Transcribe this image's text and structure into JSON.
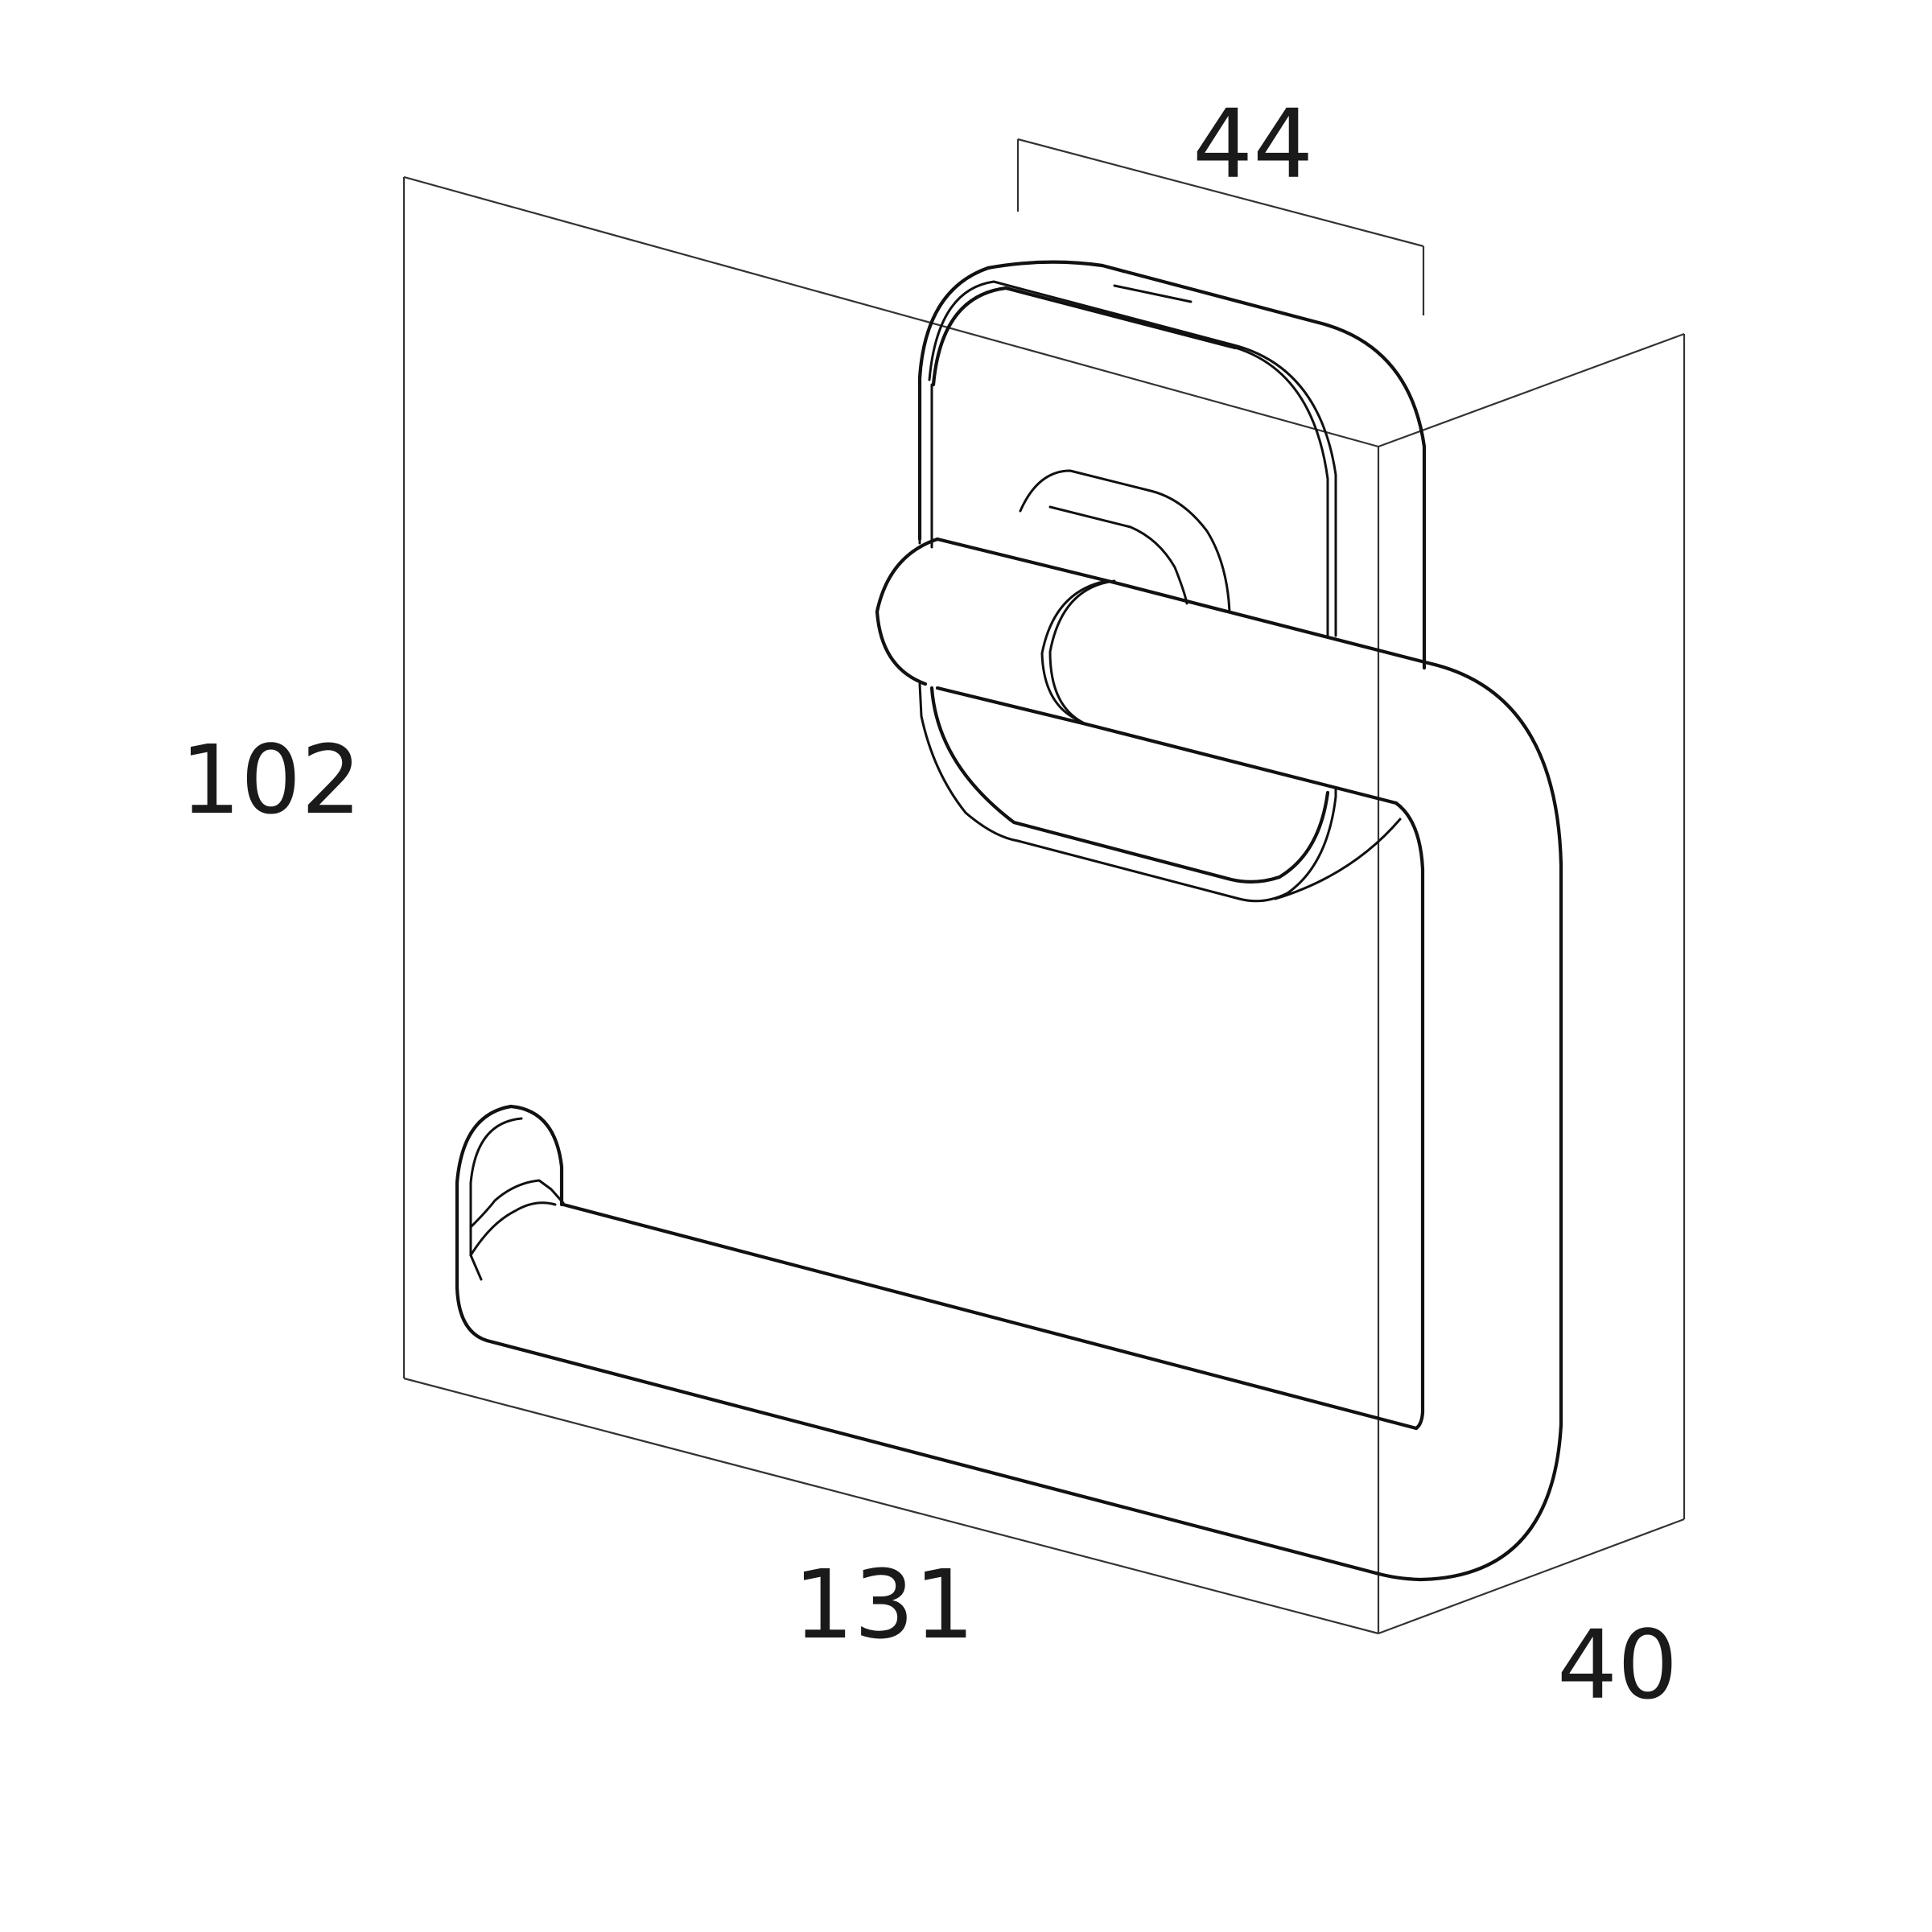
{
  "dimensions": {
    "depth_top": "44",
    "height": "102",
    "width": "131",
    "depth": "40"
  },
  "colors": {
    "line": "#111111",
    "background": "#ffffff"
  }
}
